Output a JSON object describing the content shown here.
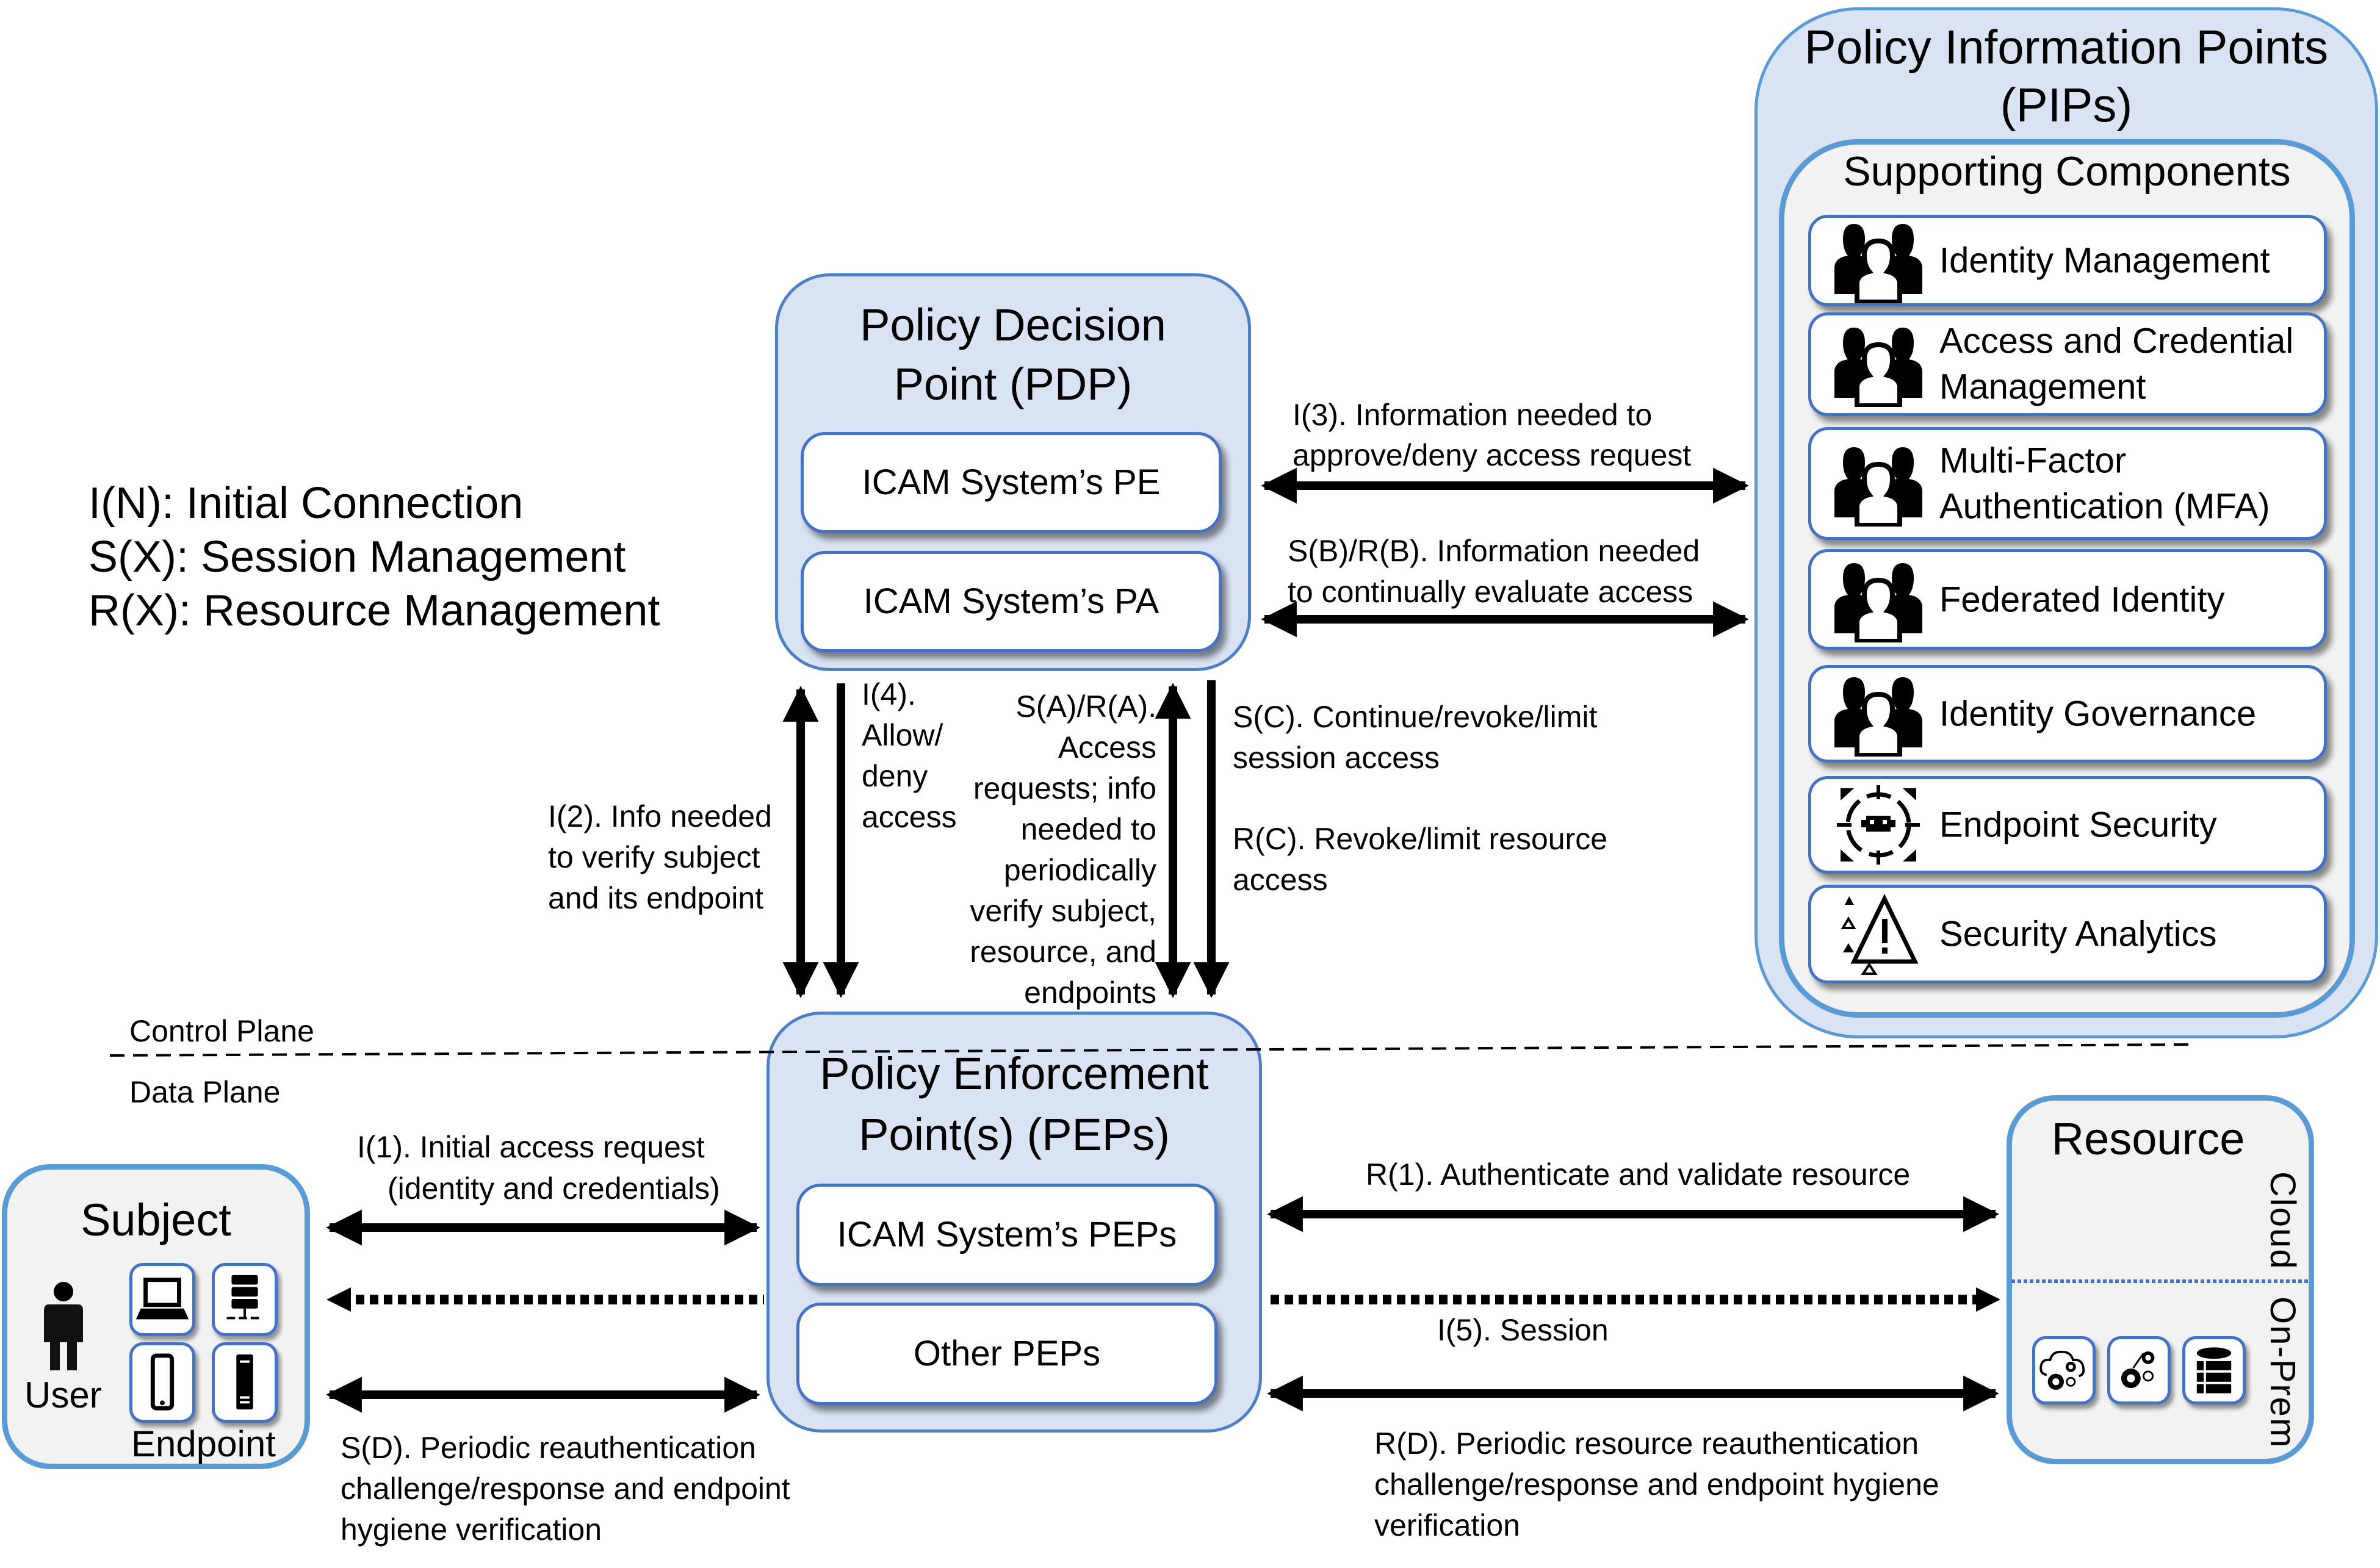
{
  "legend": {
    "initial": "I(N): Initial Connection",
    "session": "S(X): Session Management",
    "resource": "R(X): Resource Management"
  },
  "pdp": {
    "title_line1": "Policy Decision",
    "title_line2": "Point (PDP)",
    "pe": "ICAM System’s PE",
    "pa": "ICAM System’s PA"
  },
  "pep": {
    "title_line1": "Policy Enforcement",
    "title_line2": "Point(s) (PEPs)",
    "icam": "ICAM System’s PEPs",
    "other": "Other PEPs"
  },
  "pip": {
    "title_line1": "Policy Information Points",
    "title_line2": "(PIPs)",
    "supporting_title": "Supporting Components",
    "items": [
      {
        "label_line1": "Identity Management",
        "label_line2": "",
        "icon": "users-icon"
      },
      {
        "label_line1": "Access and Credential",
        "label_line2": "Management",
        "icon": "users-icon"
      },
      {
        "label_line1": "Multi-Factor",
        "label_line2": "Authentication (MFA)",
        "icon": "users-icon"
      },
      {
        "label_line1": "Federated Identity",
        "label_line2": "",
        "icon": "users-icon"
      },
      {
        "label_line1": "Identity Governance",
        "label_line2": "",
        "icon": "users-icon"
      },
      {
        "label_line1": "Endpoint Security",
        "label_line2": "",
        "icon": "bug-target-icon"
      },
      {
        "label_line1": "Security Analytics",
        "label_line2": "",
        "icon": "alert-analytics-icon"
      }
    ]
  },
  "subject": {
    "title": "Subject",
    "user_label": "User",
    "endpoint_label": "Endpoint",
    "devices": [
      "laptop-icon",
      "server-icon",
      "phone-icon",
      "tower-icon"
    ]
  },
  "resource": {
    "title": "Resource",
    "cloud_label": "Cloud",
    "onprem_label": "On-Prem",
    "icons": [
      "cloud-gears-icon",
      "gears-icon",
      "database-icon"
    ]
  },
  "planes": {
    "control": "Control Plane",
    "data": "Data Plane"
  },
  "flows": {
    "i1_line1": "I(1). Initial access request",
    "i1_line2": "(identity and credentials)",
    "i2_lines": [
      "I(2). Info needed",
      "to verify subject",
      "and its endpoint"
    ],
    "i3_line1": "I(3). Information needed to",
    "i3_line2": "approve/deny access request",
    "i4_lines": [
      "I(4).",
      "Allow/",
      "deny",
      "access"
    ],
    "i5": "I(5). Session",
    "sa_lines": [
      "S(A)/R(A).",
      "Access",
      "requests; info",
      "needed to",
      "periodically",
      "verify subject,",
      "resource, and",
      "endpoints"
    ],
    "sb_line1": "S(B)/R(B). Information needed",
    "sb_line2": "to continually evaluate access",
    "sc_line1": "S(C). Continue/revoke/limit",
    "sc_line2": "session access",
    "rc_line1": "R(C). Revoke/limit resource",
    "rc_line2": "access",
    "sd_lines": [
      "S(D). Periodic reauthentication",
      "challenge/response and endpoint",
      "hygiene verification"
    ],
    "r1": "R(1). Authenticate and validate resource",
    "rd_lines": [
      "R(D). Periodic resource reauthentication",
      "challenge/response and endpoint hygiene",
      "verification"
    ]
  },
  "colors": {
    "box_fill": "#dae3f3",
    "box_border": "#4472c4",
    "grey_fill": "#f2f2f2",
    "grey_border": "#5b9bd5",
    "arrow": "#000000"
  }
}
